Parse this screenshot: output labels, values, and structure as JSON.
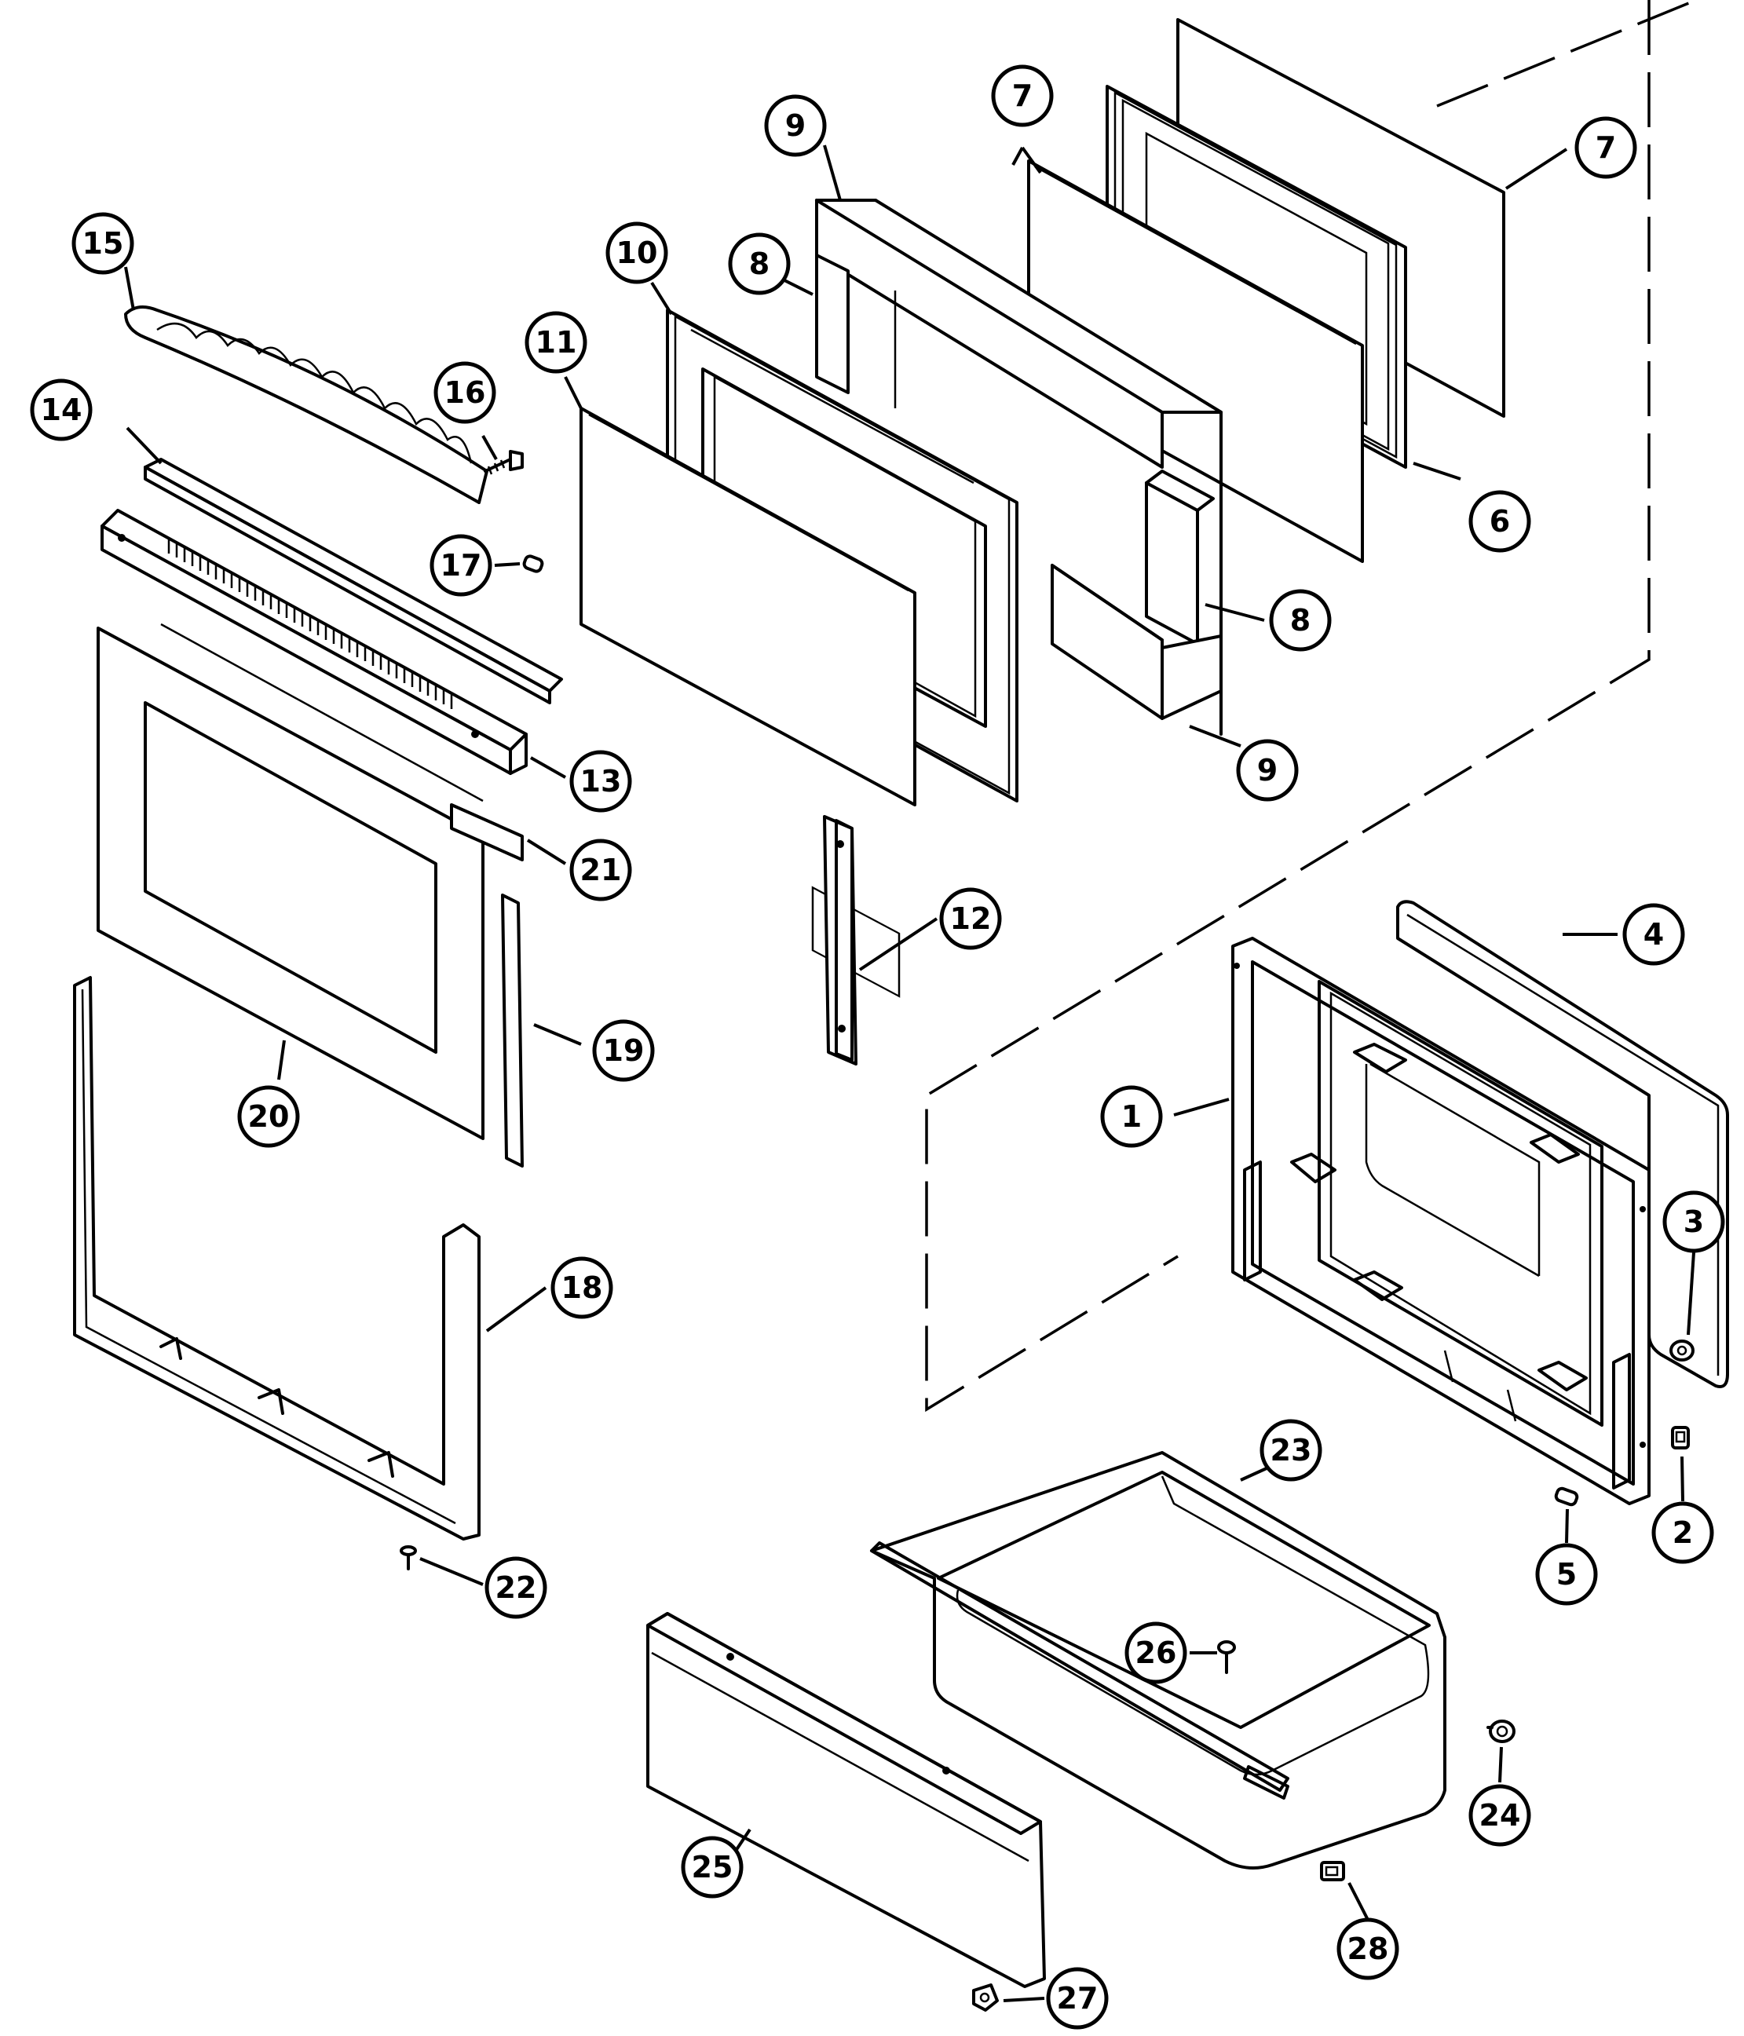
{
  "callouts": [
    {
      "id": "1",
      "label": "1"
    },
    {
      "id": "2",
      "label": "2"
    },
    {
      "id": "3",
      "label": "3"
    },
    {
      "id": "4",
      "label": "4"
    },
    {
      "id": "5",
      "label": "5"
    },
    {
      "id": "6",
      "label": "6"
    },
    {
      "id": "7a",
      "label": "7"
    },
    {
      "id": "7b",
      "label": "7"
    },
    {
      "id": "8a",
      "label": "8"
    },
    {
      "id": "8b",
      "label": "8"
    },
    {
      "id": "9a",
      "label": "9"
    },
    {
      "id": "9b",
      "label": "9"
    },
    {
      "id": "10",
      "label": "10"
    },
    {
      "id": "11",
      "label": "11"
    },
    {
      "id": "12",
      "label": "12"
    },
    {
      "id": "13",
      "label": "13"
    },
    {
      "id": "14",
      "label": "14"
    },
    {
      "id": "15",
      "label": "15"
    },
    {
      "id": "16",
      "label": "16"
    },
    {
      "id": "17",
      "label": "17"
    },
    {
      "id": "18",
      "label": "18"
    },
    {
      "id": "19",
      "label": "19"
    },
    {
      "id": "20",
      "label": "20"
    },
    {
      "id": "21",
      "label": "21"
    },
    {
      "id": "22",
      "label": "22"
    },
    {
      "id": "23",
      "label": "23"
    },
    {
      "id": "24",
      "label": "24"
    },
    {
      "id": "25",
      "label": "25"
    },
    {
      "id": "26",
      "label": "26"
    },
    {
      "id": "27",
      "label": "27"
    },
    {
      "id": "28",
      "label": "28"
    }
  ]
}
